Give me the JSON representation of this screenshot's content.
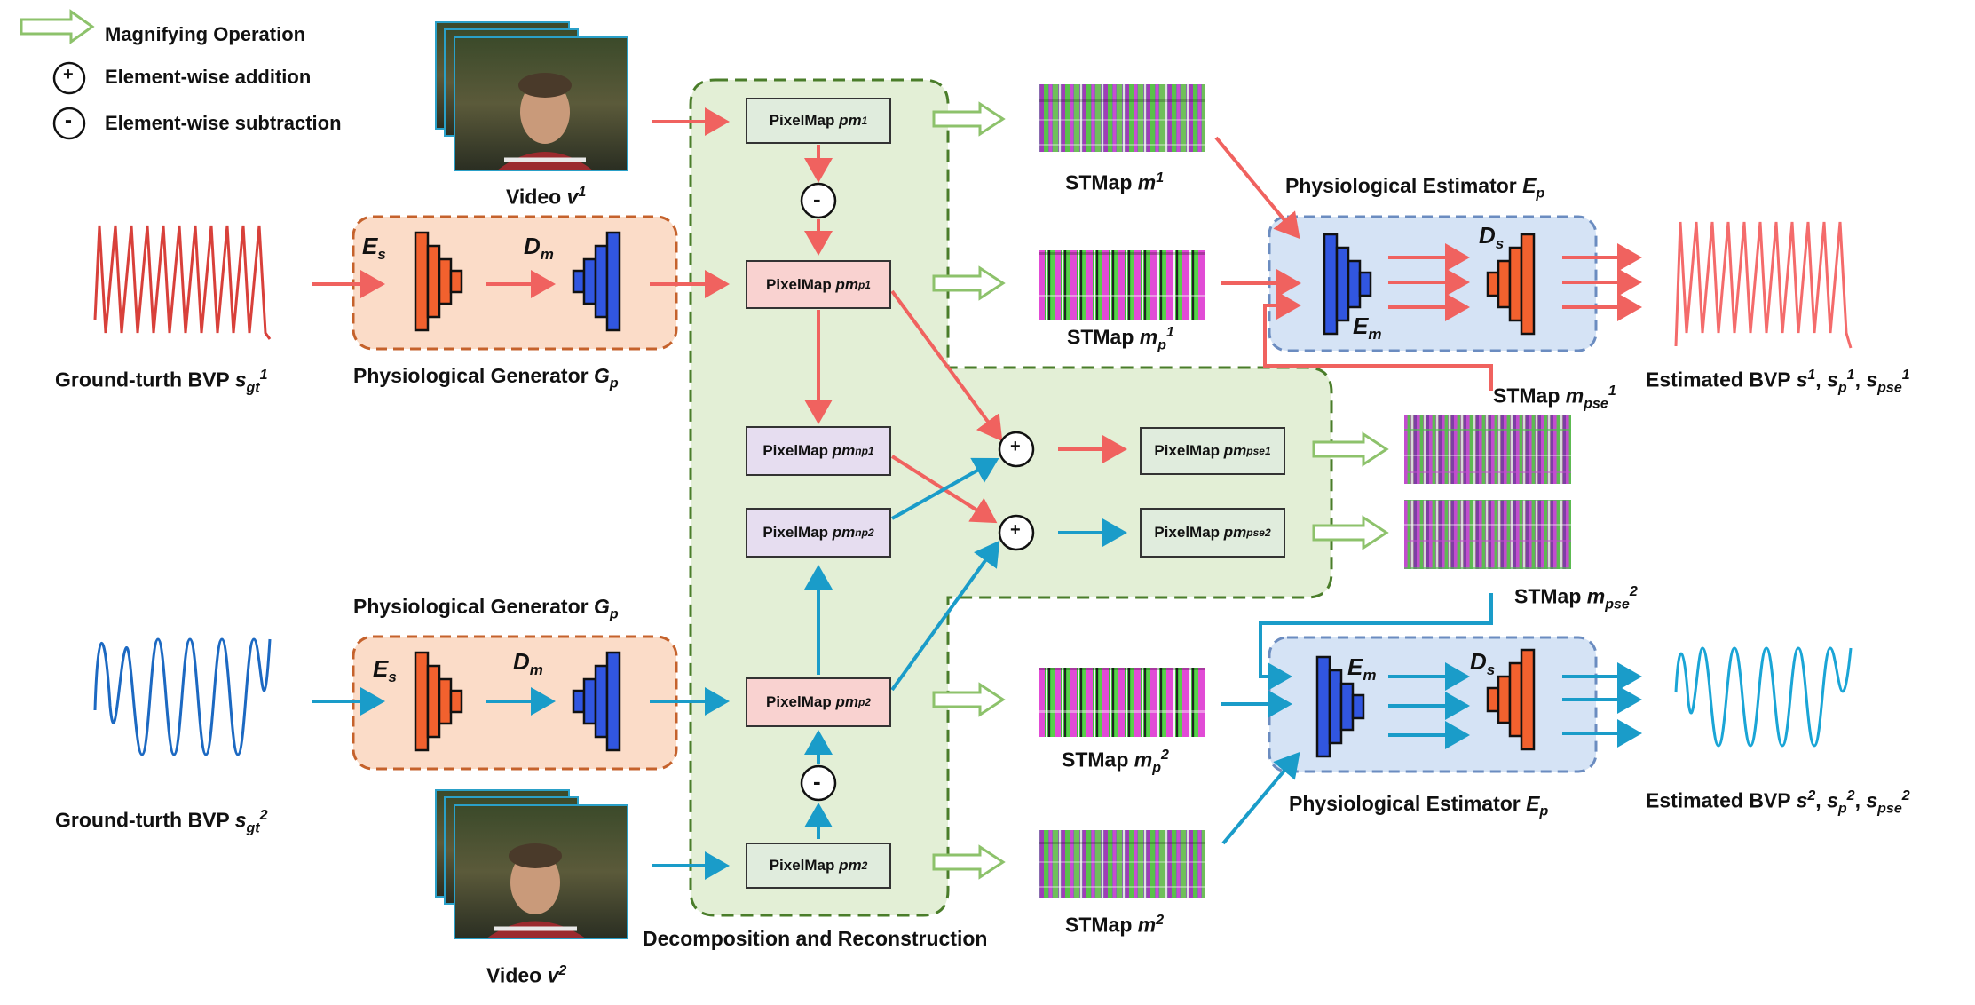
{
  "legend": {
    "magnify": "Magnifying Operation",
    "add": "Element-wise addition",
    "sub": "Element-wise subtraction"
  },
  "symbols": {
    "plus": "+",
    "minus": "-"
  },
  "videos": {
    "v1": {
      "base": "Video ",
      "var": "v",
      "sup": "1"
    },
    "v2": {
      "base": "Video ",
      "var": "v",
      "sup": "2"
    }
  },
  "generator": {
    "title_base": "Physiological Generator ",
    "title_var": "G",
    "title_sub": "p",
    "enc_var": "E",
    "enc_sub": "s",
    "dec_var": "D",
    "dec_sub": "m"
  },
  "estimator": {
    "title_base": "Physiological Estimator ",
    "title_var": "E",
    "title_sub": "p",
    "enc_var": "E",
    "enc_sub": "m",
    "dec_var": "D",
    "dec_sub": "s"
  },
  "gt": {
    "g1": {
      "base": "Ground-turth BVP ",
      "var": "s",
      "sub": "gt",
      "sup": "1"
    },
    "g2": {
      "base": "Ground-turth BVP ",
      "var": "s",
      "sub": "gt",
      "sup": "2"
    }
  },
  "pixelmaps": {
    "pm1": {
      "base": "PixelMap ",
      "var": "pm",
      "sub": "",
      "sup": "1"
    },
    "pmp1": {
      "base": "PixelMap ",
      "var": "pm",
      "sub": "p",
      "sup": "1"
    },
    "pmnp1": {
      "base": "PixelMap ",
      "var": "pm",
      "sub": "np",
      "sup": "1"
    },
    "pmnp2": {
      "base": "PixelMap ",
      "var": "pm",
      "sub": "np",
      "sup": "2"
    },
    "pmp2": {
      "base": "PixelMap ",
      "var": "pm",
      "sub": "p",
      "sup": "2"
    },
    "pm2": {
      "base": "PixelMap ",
      "var": "pm",
      "sub": "",
      "sup": "2"
    },
    "pmpse1": {
      "base": "PixelMap ",
      "var": "pm",
      "sub": "pse",
      "sup": "1"
    },
    "pmpse2": {
      "base": "PixelMap ",
      "var": "pm",
      "sub": "pse",
      "sup": "2"
    }
  },
  "stmaps": {
    "m1": {
      "base": "STMap ",
      "var": "m",
      "sub": "",
      "sup": "1"
    },
    "mp1": {
      "base": "STMap ",
      "var": "m",
      "sub": "p",
      "sup": "1"
    },
    "mpse1": {
      "base": "STMap ",
      "var": "m",
      "sub": "pse",
      "sup": "1"
    },
    "mpse2": {
      "base": "STMap ",
      "var": "m",
      "sub": "pse",
      "sup": "2"
    },
    "mp2": {
      "base": "STMap ",
      "var": "m",
      "sub": "p",
      "sup": "2"
    },
    "m2": {
      "base": "STMap ",
      "var": "m",
      "sub": "",
      "sup": "2"
    }
  },
  "estimated": {
    "e1": {
      "base": "Estimated BVP ",
      "a": "s",
      "asup": "1",
      "b": "s",
      "bsub": "p",
      "bsup": "1",
      "c": "s",
      "csub": "pse",
      "csup": "1",
      "sep": ", "
    },
    "e2": {
      "base": "Estimated BVP ",
      "a": "s",
      "asup": "2",
      "b": "s",
      "bsub": "p",
      "bsup": "2",
      "c": "s",
      "csub": "pse",
      "csup": "2",
      "sep": ", "
    }
  },
  "decomp_label": "Decomposition and Reconstruction",
  "colors": {
    "red": "#f0625f",
    "blue": "#1a9cc9",
    "green_arrow": "#8dc26b",
    "green_bg": "#e3efd6",
    "green_border": "#4a7d2a",
    "orange_bg": "#fbdcc8",
    "orange_border": "#c5622c",
    "est_bg": "#d5e3f5",
    "est_border": "#6b8cc0",
    "orange_block": "#f2612e",
    "blue_block": "#3156e0",
    "pm_gray": "#e0ecdd",
    "pm_pink": "#f9d2d0",
    "pm_purple": "#e6ddf0"
  }
}
